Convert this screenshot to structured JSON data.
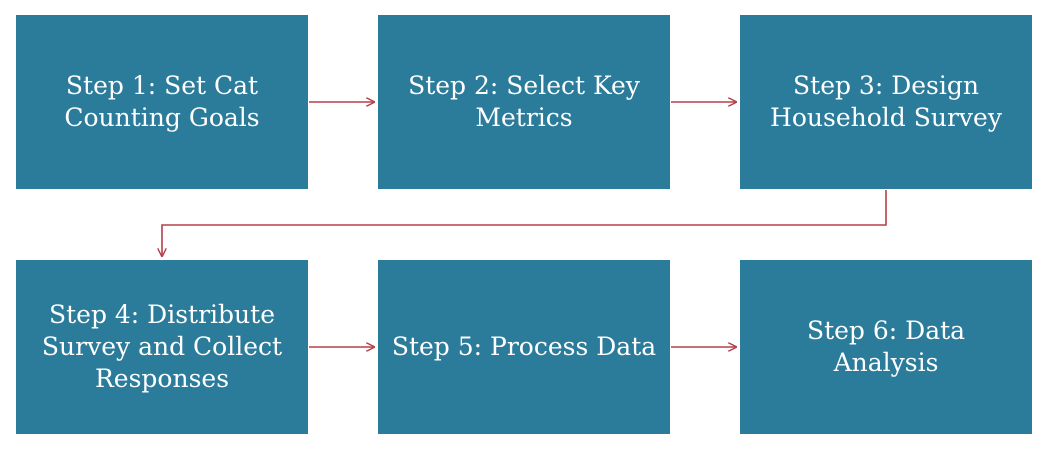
{
  "flowchart": {
    "steps": [
      {
        "label": "Step 1: Set Cat Counting Goals"
      },
      {
        "label": "Step 2: Select Key Metrics"
      },
      {
        "label": "Step 3: Design Household Survey"
      },
      {
        "label": "Step 4: Distribute Survey and Collect Responses"
      },
      {
        "label": "Step 5: Process Data"
      },
      {
        "label": "Step 6: Data Analysis"
      }
    ]
  },
  "colors": {
    "box_fill": "#2b7b9b",
    "box_text": "#ffffff",
    "connector": "#b5404a",
    "background": "#ffffff"
  }
}
